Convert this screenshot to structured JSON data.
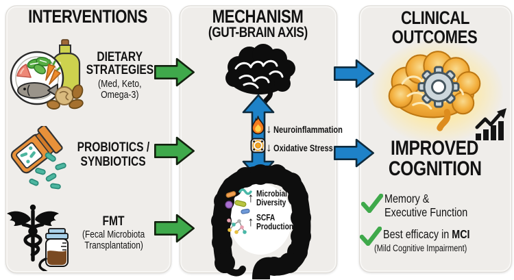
{
  "palette": {
    "panel_bg": "#efedea",
    "arrow_green": "#3fa94b",
    "arrow_blue": "#1e82c8",
    "check_green": "#3fa94b",
    "text_dark": "#121212",
    "glow_yellow": "#fdf3cf",
    "brain_gold": "#f3b03f",
    "bacteria_teal": "#4db6a0",
    "bottle_orange": "#e8913a"
  },
  "interventions": {
    "title": "INTERVENTIONS",
    "dietary": {
      "line1": "DIETARY",
      "line2": "STRATEGIES",
      "sub1": "(Med, Keto,",
      "sub2": "Omega-3)",
      "icon": "healthy-food-icon"
    },
    "probiotics": {
      "line1": "PROBIOTICS /",
      "line2": "SYNBIOTICS",
      "icon": "probiotics-bottle-icon"
    },
    "fmt": {
      "title": "FMT",
      "sub1": "(Fecal Microbiota",
      "sub2": "Transplantation)",
      "icon": "caduceus-infusion-icon"
    }
  },
  "mechanism": {
    "title": "MECHANISM",
    "subtitle": "(GUT-BRAIN AXIS)",
    "neuro": {
      "direction": "↓",
      "label": "Neuroinflammation",
      "icon": "flame-icon"
    },
    "oxidative": {
      "direction": "↓",
      "label": "Oxidative Stress",
      "icon": "free-radical-icon"
    },
    "microbial": {
      "direction": "↑",
      "line1": "Microbial",
      "line2": "Diversity"
    },
    "scfa": {
      "direction": "↑",
      "line1": "SCFA",
      "line2": "Production"
    }
  },
  "outcomes": {
    "title1": "CLINICAL",
    "title2": "OUTCOMES",
    "heading1": "IMPROVED",
    "heading2": "COGNITION",
    "check1_line1": "Memory &",
    "check1_line2": "Executive Function",
    "check2_text": "Best efficacy in ",
    "check2_bold": "MCI",
    "check2_sub": "(Mild Cognitive Impairment)"
  }
}
